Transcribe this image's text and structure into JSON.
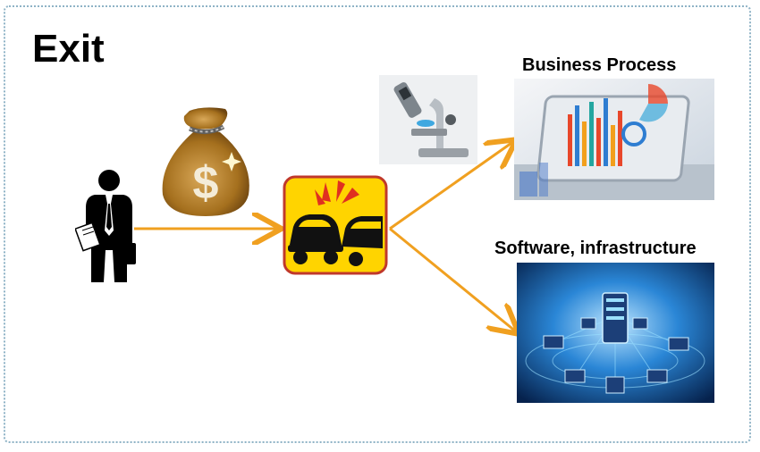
{
  "title": "Exit",
  "labels": {
    "business_process": "Business Process",
    "software_infrastructure": "Software, infrastructure"
  },
  "icons": {
    "person": "businessman-icon",
    "money": "money-bag-icon",
    "collision": "car-crash-icon",
    "microscope": "microscope-icon",
    "business": "analytics-tablet-image",
    "network": "network-infrastructure-image"
  },
  "colors": {
    "arrow": "#f0a020",
    "crash_bg": "#ffd400",
    "crash_border": "#c0392b"
  }
}
